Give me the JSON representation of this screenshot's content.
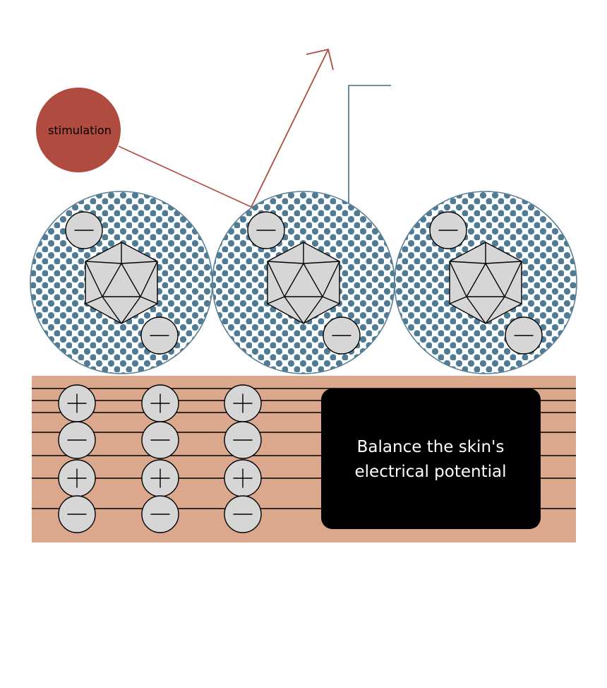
{
  "diagram": {
    "stimulation_label": "stimulation",
    "balance_label_line1": "Balance the skin's",
    "balance_label_line2": "electrical potential",
    "minus_symbol": "−",
    "plus_symbol": "+",
    "colors": {
      "stimulation": "#b04b3f",
      "dots": "#4f7b95",
      "circle_outline": "#5b8096",
      "skin": "#dba88e",
      "ion_fill": "#d6d6d6",
      "black_box": "#000000",
      "arrow": "#b04b3f",
      "bracket": "#5b8096"
    },
    "particles": [
      {
        "name": "particle-left"
      },
      {
        "name": "particle-middle"
      },
      {
        "name": "particle-right"
      }
    ],
    "skin_ion_columns": [
      {
        "name": "ion-column-1",
        "signs": [
          "+",
          "−",
          "+",
          "−"
        ]
      },
      {
        "name": "ion-column-2",
        "signs": [
          "+",
          "−",
          "+",
          "−"
        ]
      },
      {
        "name": "ion-column-3",
        "signs": [
          "+",
          "−",
          "+",
          "−"
        ]
      }
    ]
  }
}
